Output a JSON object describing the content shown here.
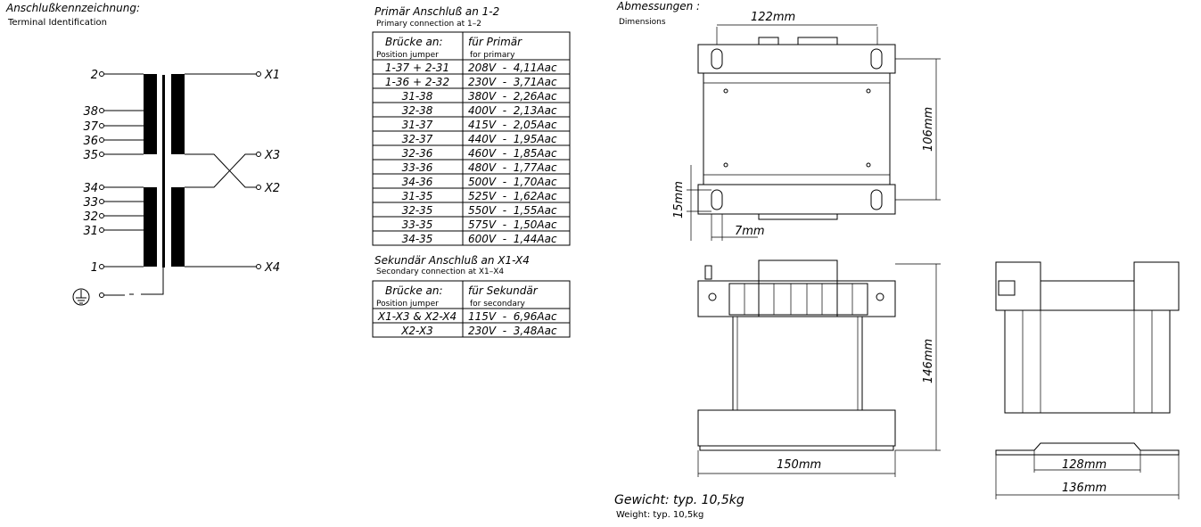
{
  "terminal": {
    "title": "Anschlußkennzeichnung:",
    "subtitle": "Terminal Identification",
    "primary_terminals": [
      "2",
      "38",
      "37",
      "36",
      "35",
      "34",
      "33",
      "32",
      "31",
      "1"
    ],
    "secondary_terminals": [
      "X1",
      "X3",
      "X2",
      "X4"
    ]
  },
  "primary_table": {
    "title": "Primär Anschluß an 1-2",
    "subtitle": "Primary connection at 1–2",
    "col1_header": "Brücke an:",
    "col1_sub": "Position jumper",
    "col2_header": "für Primär",
    "col2_sub": "for primary",
    "rows": [
      [
        "1-37 + 2-31",
        "208V  -  4,11Aac"
      ],
      [
        "1-36 + 2-32",
        "230V  -  3,71Aac"
      ],
      [
        "31-38",
        "380V  -  2,26Aac"
      ],
      [
        "32-38",
        "400V  -  2,13Aac"
      ],
      [
        "31-37",
        "415V  -  2,05Aac"
      ],
      [
        "32-37",
        "440V  -  1,95Aac"
      ],
      [
        "32-36",
        "460V  -  1,85Aac"
      ],
      [
        "33-36",
        "480V  -  1,77Aac"
      ],
      [
        "34-36",
        "500V  -  1,70Aac"
      ],
      [
        "31-35",
        "525V  -  1,62Aac"
      ],
      [
        "32-35",
        "550V  -  1,55Aac"
      ],
      [
        "33-35",
        "575V  -  1,50Aac"
      ],
      [
        "34-35",
        "600V  -  1,44Aac"
      ]
    ]
  },
  "secondary_table": {
    "title": "Sekundär Anschluß an X1-X4",
    "subtitle": "Secondary connection at X1–X4",
    "col1_header": "Brücke an:",
    "col1_sub": "Position jumper",
    "col2_header": "für Sekundär",
    "col2_sub": "for secondary",
    "rows": [
      [
        "X1-X3 & X2-X4",
        "115V  -  6,96Aac"
      ],
      [
        "X2-X3",
        "230V  -  3,48Aac"
      ]
    ]
  },
  "dimensions": {
    "title": "Abmessungen :",
    "subtitle": "Dimensions",
    "top_width": "122mm",
    "top_depth": "106mm",
    "slot_width": "15mm",
    "slot_offset": "7mm",
    "height": "146mm",
    "front_width": "150mm",
    "side_inner": "128mm",
    "side_outer": "136mm"
  },
  "weight": {
    "title": "Gewicht: typ. 10,5kg",
    "subtitle": "Weight: typ. 10,5kg"
  }
}
